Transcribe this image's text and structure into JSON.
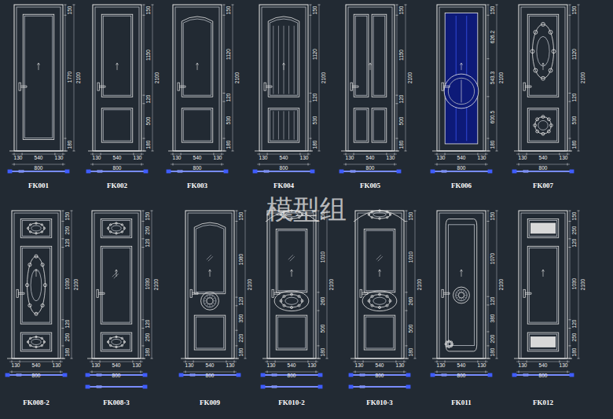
{
  "diagram": {
    "labels": [
      "FK001",
      "130",
      "540",
      "130",
      "800",
      "150",
      "1770",
      "180",
      "2100",
      "FK002",
      "130",
      "540",
      "130",
      "800",
      "150",
      "1150",
      "120",
      "500",
      "180",
      "2100",
      "FK003",
      "130",
      "540",
      "130",
      "800",
      "150",
      "1120",
      "120",
      "530",
      "180",
      "2100",
      "FK004",
      "130",
      "540",
      "130",
      "800",
      "150",
      "1120",
      "120",
      "530",
      "180",
      "2100",
      "FK005",
      "130",
      "540",
      "130",
      "800",
      "150",
      "1150",
      "120",
      "500",
      "180",
      "2100",
      "FK006",
      "130",
      "540",
      "130",
      "800",
      "150",
      "626.2",
      "543.3",
      "600.5",
      "180",
      "2100",
      "FK007",
      "130",
      "540",
      "130",
      "800",
      "150",
      "1120",
      "120",
      "530",
      "180",
      "2100",
      "FK008-2",
      "130",
      "540",
      "130",
      "800",
      "150",
      "250",
      "120",
      "1030",
      "120",
      "250",
      "180",
      "2100",
      "FK008-3",
      "130",
      "540",
      "130",
      "800",
      "150",
      "250",
      "120",
      "1030",
      "120",
      "250",
      "180",
      "2100",
      "FK009",
      "130",
      "540",
      "130",
      "800",
      "150",
      "1080",
      "120",
      "350",
      "220",
      "180",
      "2100",
      "FK010-2",
      "130",
      "540",
      "130",
      "800",
      "150",
      "1010",
      "260",
      "500",
      "180",
      "2100",
      "FK010-3",
      "130",
      "540",
      "130",
      "800",
      "150",
      "1010",
      "260",
      "500",
      "180",
      "2100",
      "FK011",
      "130",
      "540",
      "130",
      "800",
      "150",
      "1070",
      "120",
      "380",
      "200",
      "180",
      "2100",
      "FK012",
      "130",
      "540",
      "130",
      "800",
      "150",
      "250",
      "120",
      "1030",
      "120",
      "250",
      "180",
      "2100",
      "模型组"
    ]
  }
}
